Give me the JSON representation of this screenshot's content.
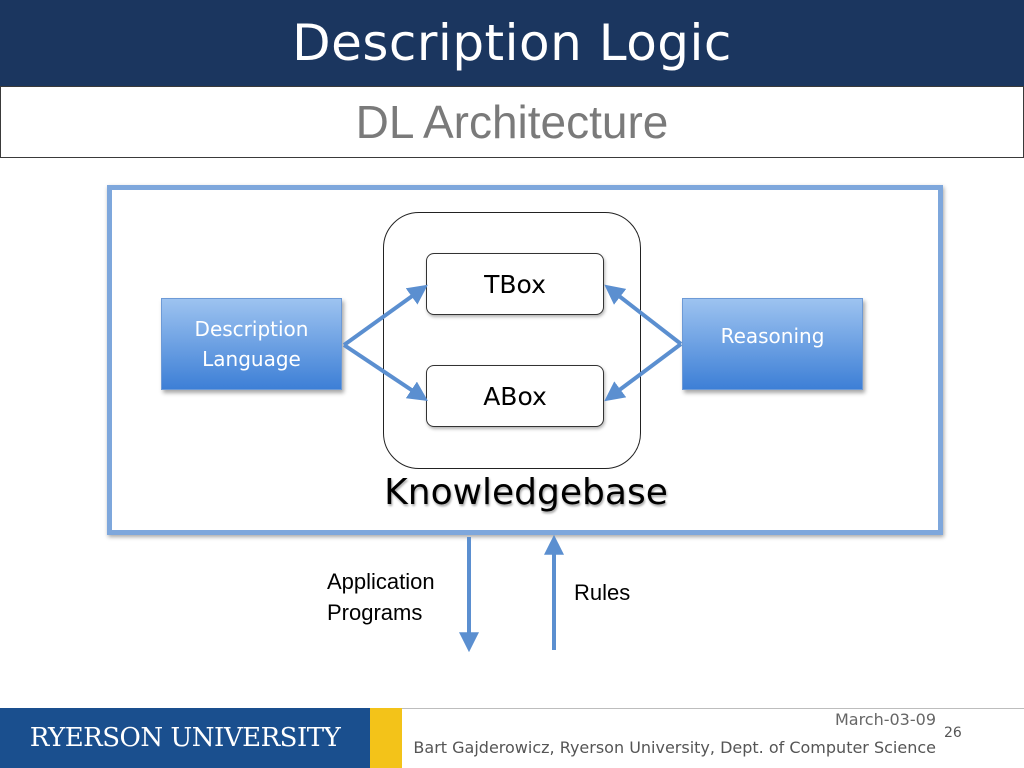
{
  "header": {
    "title": "Description Logic",
    "subtitle": "DL Architecture"
  },
  "diagram": {
    "knowledgebase_label": "Knowledgebase",
    "tbox_label": "TBox",
    "abox_label": "ABox",
    "description_language_label": "Description Language",
    "reasoning_label": "Reasoning",
    "application_programs_label": "Application Programs",
    "rules_label": "Rules",
    "colors": {
      "frame": "#7ea7dc",
      "arrow": "#5b8fd0",
      "box_gradient_top": "#9dc3f0",
      "box_gradient_bottom": "#3d7fd6"
    }
  },
  "footer": {
    "university": "RYERSON UNIVERSITY",
    "date": "March-03-09",
    "page_number": "26",
    "author": "Bart Gajderowicz, Ryerson University, Dept. of Computer Science",
    "colors": {
      "blue": "#1a4f8e",
      "gold": "#f3c319"
    }
  }
}
